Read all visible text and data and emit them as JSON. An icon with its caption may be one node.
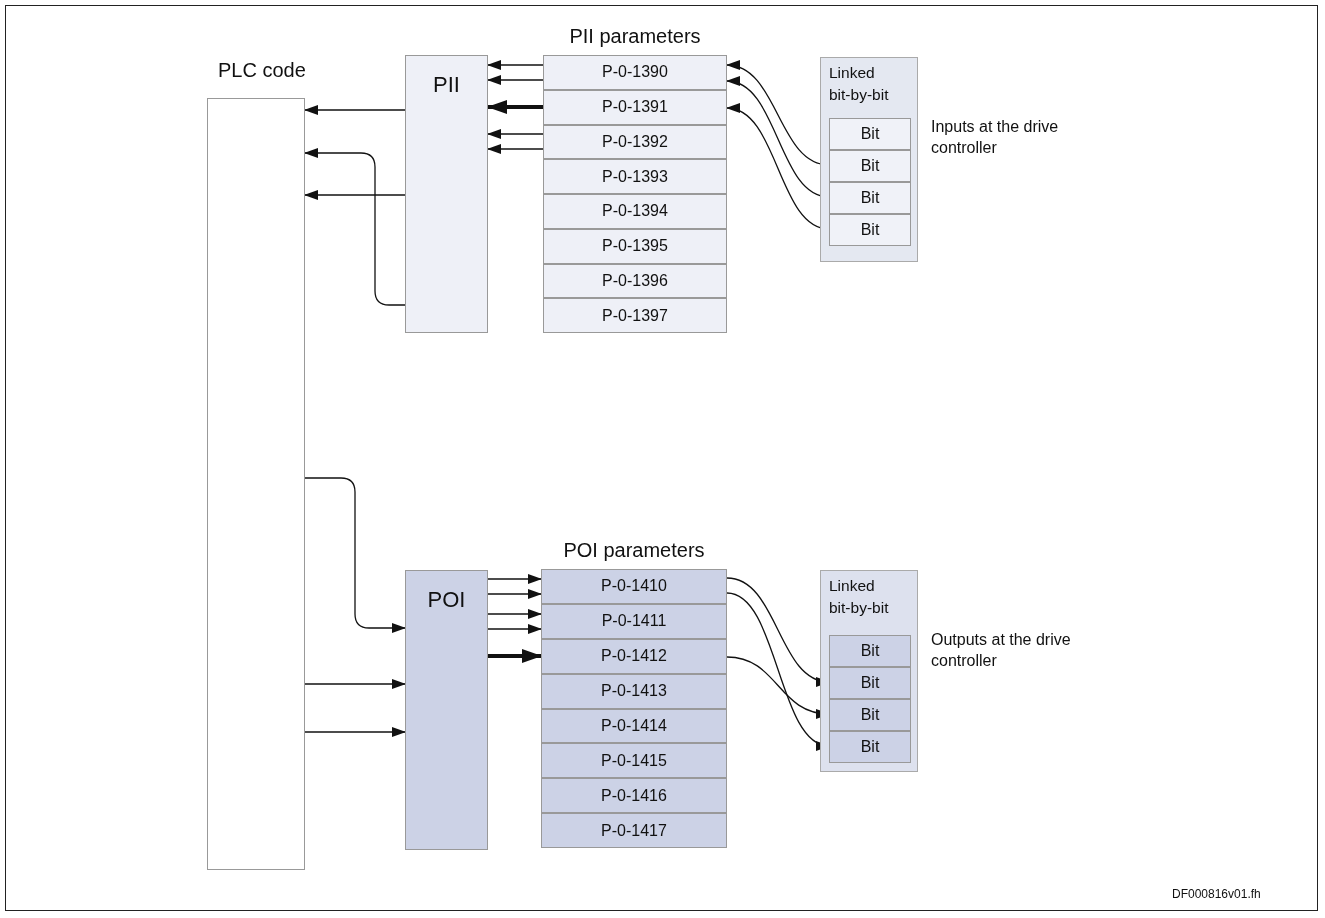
{
  "diagram": {
    "nodes": [
      {
        "text": [
          "PLC code"
        ]
      },
      {
        "text": [
          "PII"
        ]
      },
      {
        "text": [
          "PII parameters"
        ]
      },
      {
        "text": [
          "P-0-1390"
        ],
        "in": 2
      },
      {
        "text": [
          "P-0-1391"
        ],
        "in": 2
      },
      {
        "text": [
          "P-0-1392"
        ],
        "in": 2
      },
      {
        "text": [
          "P-0-1393"
        ],
        "in": 2
      },
      {
        "text": [
          "P-0-1394"
        ],
        "in": 2
      },
      {
        "text": [
          "P-0-1395"
        ],
        "in": 2
      },
      {
        "text": [
          "P-0-1396"
        ],
        "in": 2
      },
      {
        "text": [
          "P-0-1397"
        ],
        "in": 2
      },
      {
        "text": [
          "Linked bit-by-bit"
        ],
        "beside": [
          "Inputs at the drive controller"
        ]
      },
      {
        "text": [
          "Bit"
        ],
        "in": 11
      },
      {
        "text": [
          "Bit"
        ],
        "in": 11
      },
      {
        "text": [
          "Bit"
        ],
        "in": 11
      },
      {
        "text": [
          "Bit"
        ],
        "in": 11
      },
      {
        "text": [
          "POI"
        ]
      },
      {
        "text": [
          "POI parameters"
        ]
      },
      {
        "text": [
          "P-0-1410"
        ],
        "in": 17
      },
      {
        "text": [
          "P-0-1411"
        ],
        "in": 17
      },
      {
        "text": [
          "P-0-1412"
        ],
        "in": 17
      },
      {
        "text": [
          "P-0-1413"
        ],
        "in": 17
      },
      {
        "text": [
          "P-0-1414"
        ],
        "in": 17
      },
      {
        "text": [
          "P-0-1415"
        ],
        "in": 17
      },
      {
        "text": [
          "P-0-1416"
        ],
        "in": 17
      },
      {
        "text": [
          "P-0-1417"
        ],
        "in": 17
      },
      {
        "text": [
          "Linked bit-by-bit"
        ],
        "beside": [
          "Outputs at the drive controller"
        ]
      },
      {
        "text": [
          "Bit"
        ],
        "in": 26
      },
      {
        "text": [
          "Bit"
        ],
        "in": 26
      },
      {
        "text": [
          "Bit"
        ],
        "in": 26
      },
      {
        "text": [
          "Bit"
        ],
        "in": 26
      }
    ],
    "edges": [
      {
        "from": 3,
        "to": 1,
        "arrow": "to"
      },
      {
        "from": 3,
        "to": 1,
        "arrow": "to"
      },
      {
        "from": 4,
        "to": 1,
        "arrow": "to",
        "style": "thick"
      },
      {
        "from": 5,
        "to": 1,
        "arrow": "to"
      },
      {
        "from": 5,
        "to": 1,
        "arrow": "to"
      },
      {
        "from": 1,
        "to": 0,
        "arrow": "to"
      },
      {
        "from": 1,
        "to": 0,
        "arrow": "to"
      },
      {
        "from": 1,
        "to": 0,
        "arrow": "to"
      },
      {
        "from": 13,
        "to": 3,
        "arrow": "to"
      },
      {
        "from": 14,
        "to": 3,
        "arrow": "to"
      },
      {
        "from": 15,
        "to": 4,
        "arrow": "to"
      },
      {
        "from": 0,
        "to": 16,
        "arrow": "to"
      },
      {
        "from": 0,
        "to": 16,
        "arrow": "to"
      },
      {
        "from": 0,
        "to": 16,
        "arrow": "to"
      },
      {
        "from": 16,
        "to": 18,
        "arrow": "to"
      },
      {
        "from": 16,
        "to": 18,
        "arrow": "to"
      },
      {
        "from": 16,
        "to": 19,
        "arrow": "to"
      },
      {
        "from": 16,
        "to": 19,
        "arrow": "to"
      },
      {
        "from": 16,
        "to": 20,
        "arrow": "to",
        "style": "thick"
      },
      {
        "from": 18,
        "to": 28,
        "arrow": "to"
      },
      {
        "from": 18,
        "to": 30,
        "arrow": "to"
      },
      {
        "from": 20,
        "to": 29,
        "arrow": "to"
      }
    ],
    "labels": [
      "DF000816v01.fh"
    ]
  }
}
